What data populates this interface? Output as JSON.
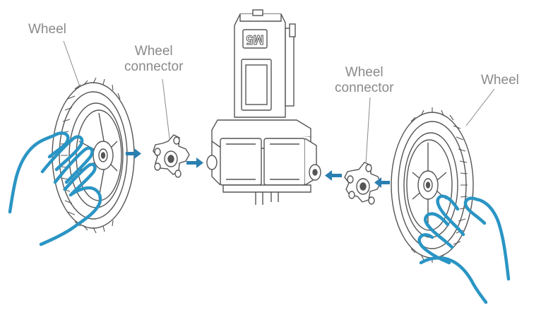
{
  "labels": {
    "wheel_left": "Wheel",
    "connector_left": [
      "Wheel",
      "connector"
    ],
    "connector_right": [
      "Wheel",
      "connector"
    ],
    "wheel_right": "Wheel"
  },
  "device": {
    "logo_text": "M5"
  },
  "colors": {
    "line": "#555555",
    "label": "#8a8a8a",
    "hand": "#2a95c4",
    "arrow": "#2a7fb0"
  },
  "icons": [
    "wheel",
    "wheel-connector",
    "servo-module",
    "hand",
    "arrow-right",
    "arrow-left"
  ]
}
